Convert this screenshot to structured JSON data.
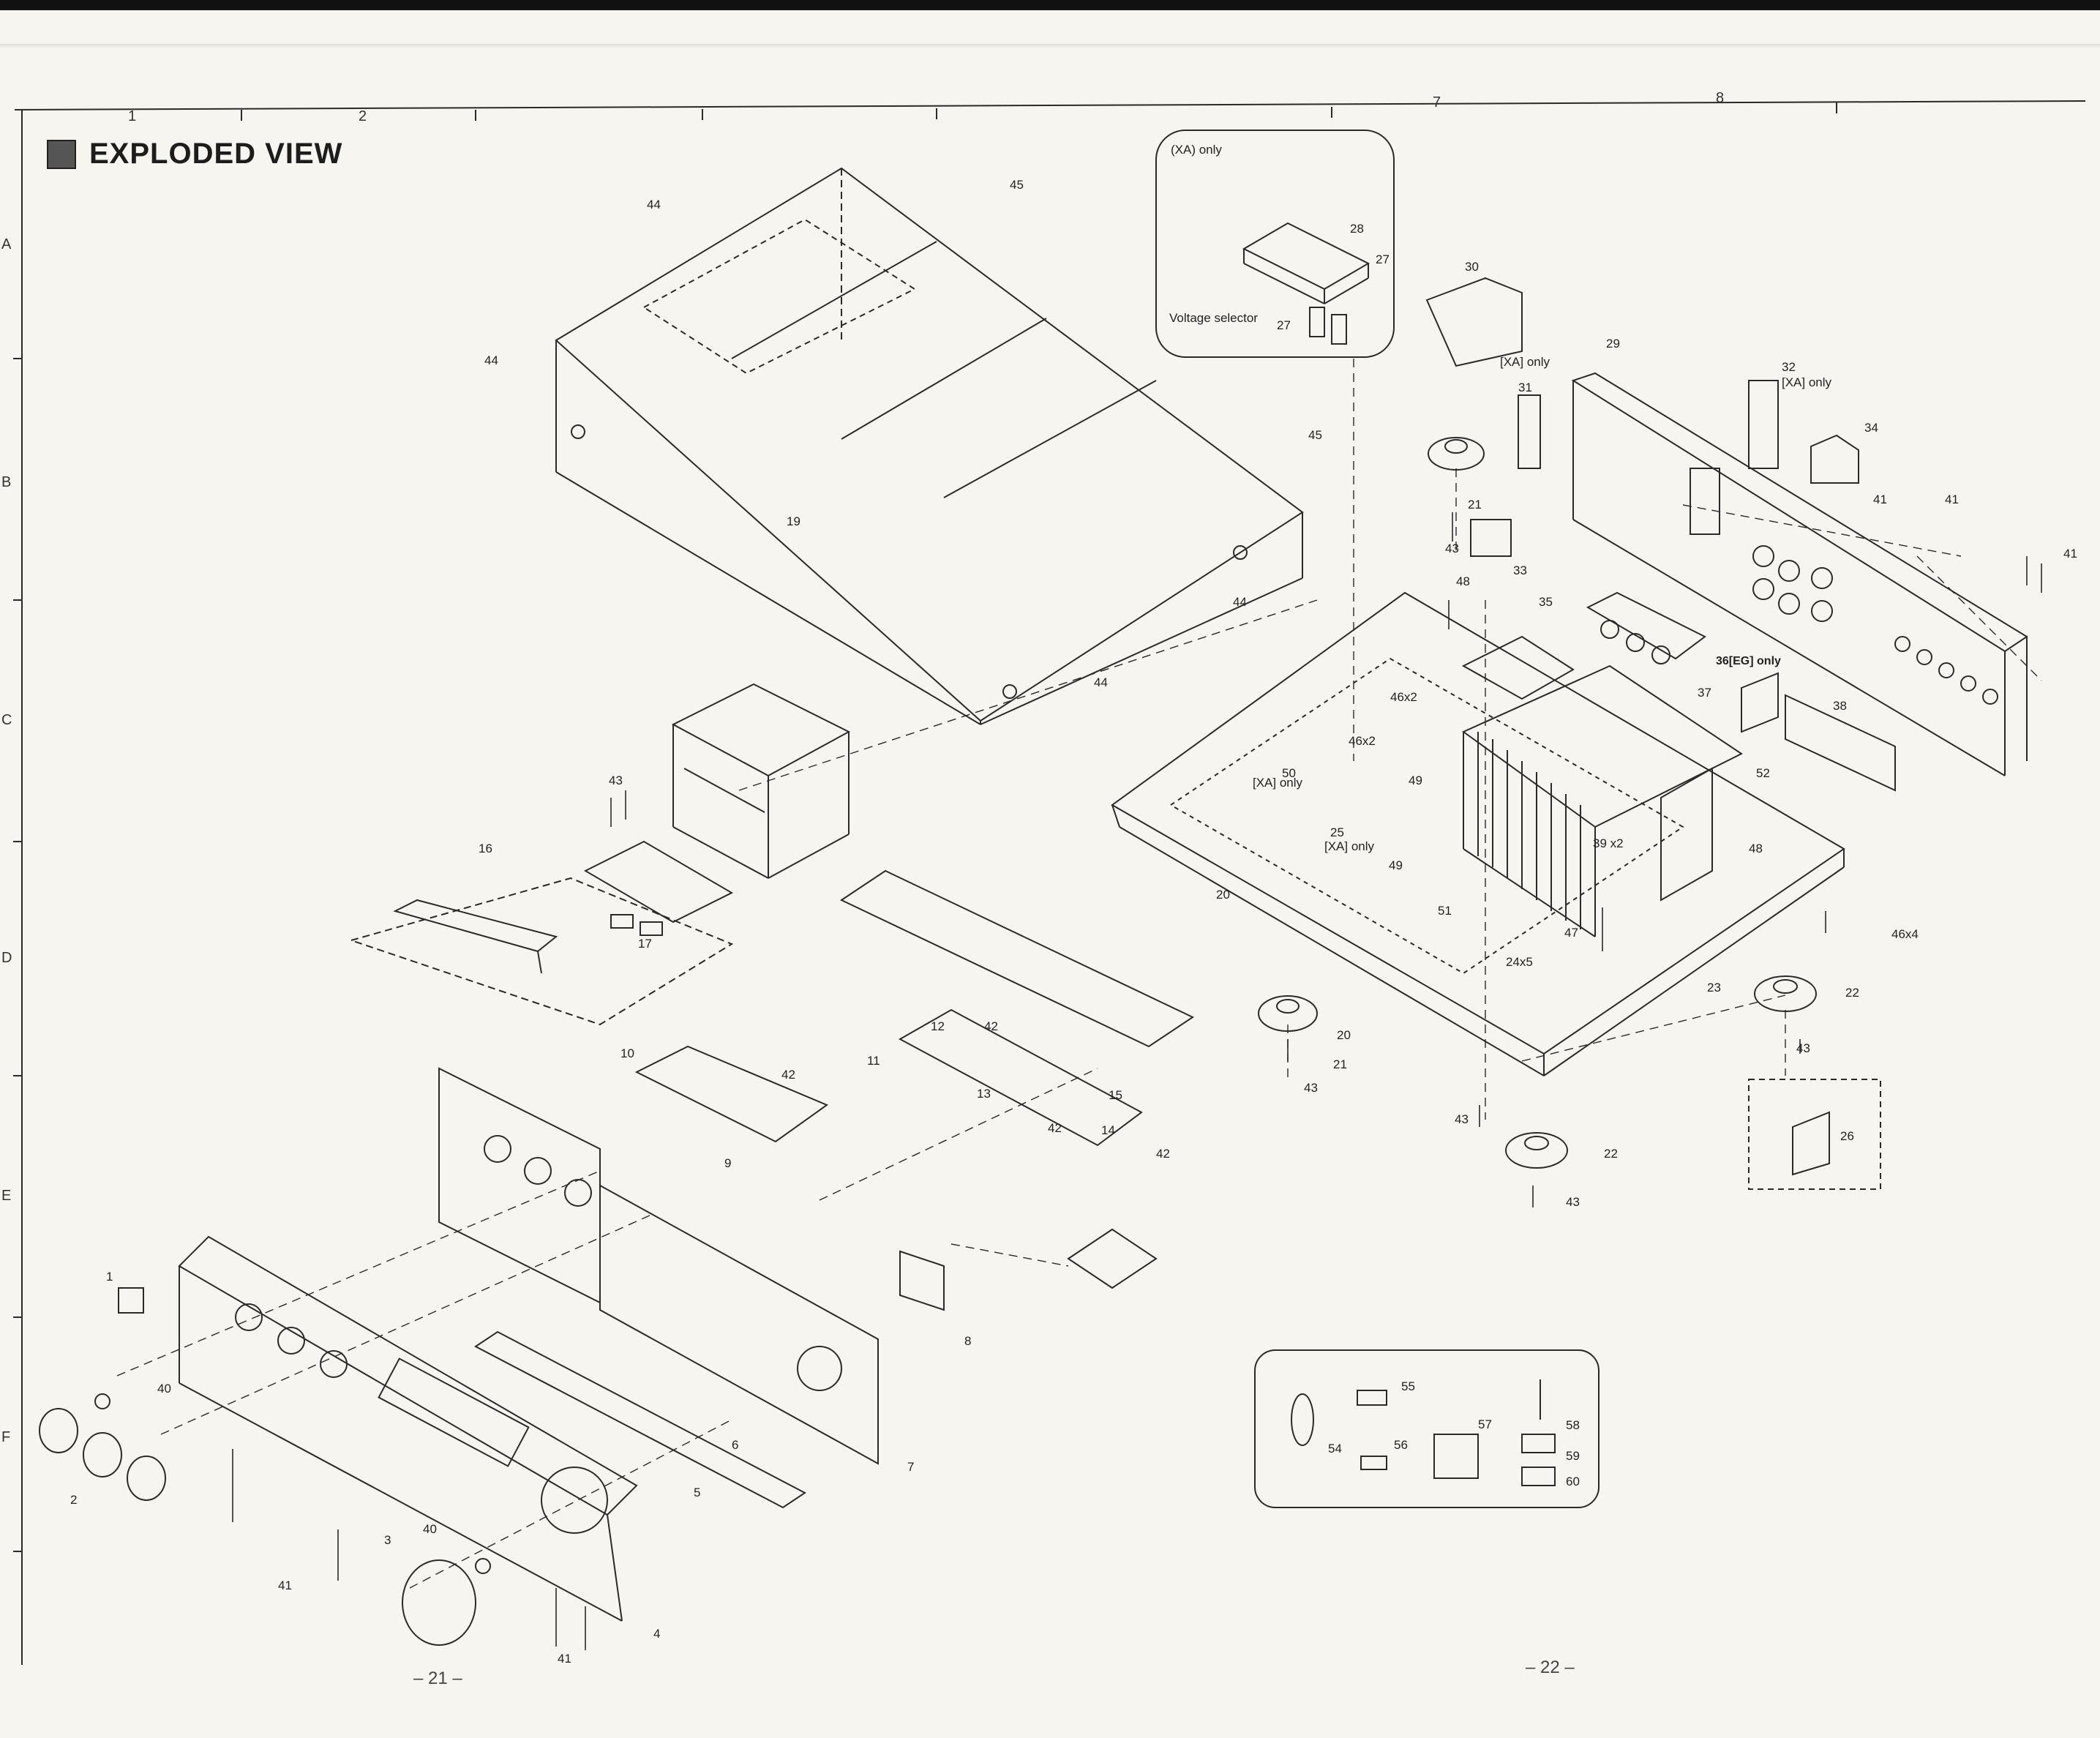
{
  "title": "EXPLODED VIEW",
  "column_labels": [
    "1",
    "2",
    "7",
    "8"
  ],
  "row_labels": [
    "A",
    "B",
    "C",
    "D",
    "E",
    "F"
  ],
  "page_numbers": [
    "– 21 –",
    "– 22 –"
  ],
  "inset_xa": {
    "heading": "(XA) only",
    "voltage_selector": "Voltage selector",
    "part_numbers": [
      "28",
      "27",
      "27"
    ]
  },
  "notes": {
    "xa_only_31": "[XA] only",
    "xa_only_32": "[XA] only",
    "eg_only_36": "36[EG] only",
    "xa_only_50": "[XA] only",
    "xa_only_25": "[XA] only"
  },
  "callouts": {
    "c1": "1",
    "c2": "2",
    "c3": "3",
    "c4": "4",
    "c5": "5",
    "c6": "6",
    "c7": "7",
    "c8": "8",
    "c9": "9",
    "c10": "10",
    "c11": "11",
    "c12": "12",
    "c13": "13",
    "c14": "14",
    "c15": "15",
    "c16": "16",
    "c17": "17",
    "c19": "19",
    "c20a": "20",
    "c20b": "20",
    "c21a": "21",
    "c21b": "21",
    "c22a": "22",
    "c22b": "22",
    "c23": "23",
    "c24": "24x5",
    "c25": "25",
    "c26": "26",
    "c29": "29",
    "c30": "30",
    "c31": "31",
    "c32": "32",
    "c33": "33",
    "c34": "34",
    "c35": "35",
    "c37": "37",
    "c38": "38",
    "c39": "39 x2",
    "c40a": "40",
    "c40b": "40",
    "c41a": "41",
    "c41b": "41",
    "c41c": "41",
    "c41d": "41",
    "c41e": "41",
    "c42a": "42",
    "c42b": "42",
    "c42c": "42",
    "c42d": "42",
    "c43a": "43",
    "c43b": "43",
    "c43c": "43",
    "c43d": "43",
    "c43e": "43",
    "c43f": "43",
    "c44a": "44",
    "c44b": "44",
    "c44c": "44",
    "c44d": "44",
    "c45a": "45",
    "c45b": "45",
    "c46a": "46x2",
    "c46b": "46x2",
    "c46c": "46x4",
    "c47": "47",
    "c48a": "48",
    "c48b": "48",
    "c49a": "49",
    "c49b": "49",
    "c50": "50",
    "c51": "51",
    "c52": "52",
    "c54": "54",
    "c55": "55",
    "c56": "56",
    "c57": "57",
    "c58": "58",
    "c59": "59",
    "c60": "60"
  },
  "colors": {
    "line": "#2a2a2a",
    "paper": "#f7f5ef"
  }
}
